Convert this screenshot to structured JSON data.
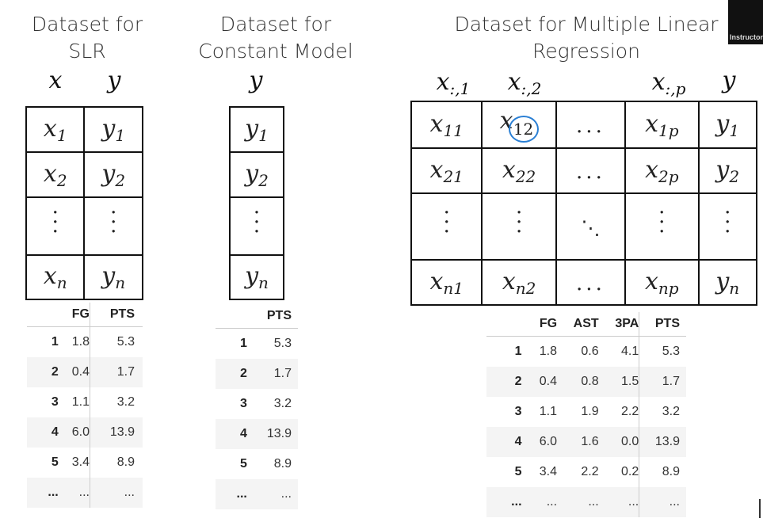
{
  "titles": {
    "slr": [
      "Dataset for",
      "SLR"
    ],
    "constant": [
      "Dataset for",
      "Constant Model"
    ],
    "mlr": [
      "Dataset for Multiple Linear",
      "Regression"
    ]
  },
  "webcam_label": "Instructor",
  "slr_table": {
    "columns": [
      "FG",
      "PTS"
    ],
    "rows": [
      {
        "idx": "1",
        "cells": [
          "1.8",
          "5.3"
        ]
      },
      {
        "idx": "2",
        "cells": [
          "0.4",
          "1.7"
        ]
      },
      {
        "idx": "3",
        "cells": [
          "1.1",
          "3.2"
        ]
      },
      {
        "idx": "4",
        "cells": [
          "6.0",
          "13.9"
        ]
      },
      {
        "idx": "5",
        "cells": [
          "3.4",
          "8.9"
        ]
      },
      {
        "idx": "...",
        "cells": [
          "...",
          "..."
        ]
      }
    ]
  },
  "constant_table": {
    "columns": [
      "PTS"
    ],
    "rows": [
      {
        "idx": "1",
        "cells": [
          "5.3"
        ]
      },
      {
        "idx": "2",
        "cells": [
          "1.7"
        ]
      },
      {
        "idx": "3",
        "cells": [
          "3.2"
        ]
      },
      {
        "idx": "4",
        "cells": [
          "13.9"
        ]
      },
      {
        "idx": "5",
        "cells": [
          "8.9"
        ]
      },
      {
        "idx": "...",
        "cells": [
          "..."
        ]
      }
    ]
  },
  "mlr_table": {
    "columns": [
      "FG",
      "AST",
      "3PA",
      "PTS"
    ],
    "rows": [
      {
        "idx": "1",
        "cells": [
          "1.8",
          "0.6",
          "4.1",
          "5.3"
        ]
      },
      {
        "idx": "2",
        "cells": [
          "0.4",
          "0.8",
          "1.5",
          "1.7"
        ]
      },
      {
        "idx": "3",
        "cells": [
          "1.1",
          "1.9",
          "2.2",
          "3.2"
        ]
      },
      {
        "idx": "4",
        "cells": [
          "6.0",
          "1.6",
          "0.0",
          "13.9"
        ]
      },
      {
        "idx": "5",
        "cells": [
          "3.4",
          "2.2",
          "0.2",
          "8.9"
        ]
      },
      {
        "idx": "...",
        "cells": [
          "...",
          "...",
          "...",
          "..."
        ]
      }
    ]
  },
  "annotation_color": "#2a7fd4"
}
